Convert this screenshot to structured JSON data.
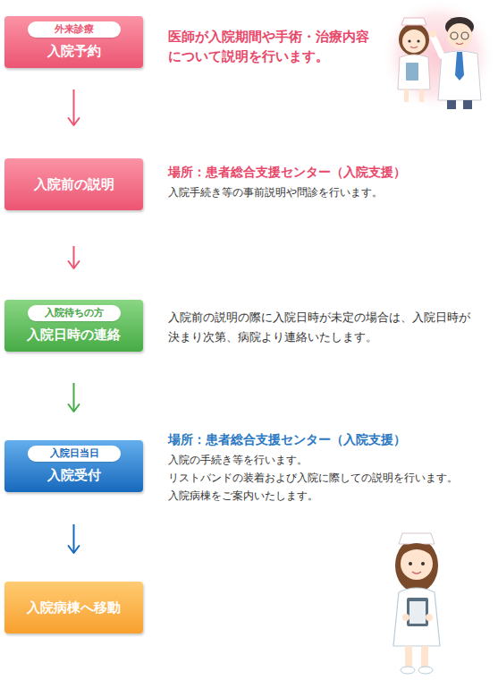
{
  "diagram": {
    "nodes": [
      {
        "text": [
          "入院予約"
        ]
      },
      {
        "text": [
          "外来診療"
        ],
        "in": 0
      },
      {
        "text": [
          "入院前の説明"
        ]
      },
      {
        "text": [
          "入院日時の連絡"
        ]
      },
      {
        "text": [
          "入院待ちの方"
        ],
        "in": 3
      },
      {
        "text": [
          "入院受付"
        ]
      },
      {
        "text": [
          "入院日当日"
        ],
        "in": 5
      },
      {
        "text": [
          "入院病棟へ移動"
        ]
      }
    ],
    "edges": [
      {
        "from": 0,
        "to": 2,
        "arrow": "to"
      },
      {
        "from": 2,
        "to": 3,
        "arrow": "to"
      },
      {
        "from": 3,
        "to": 5,
        "arrow": "to"
      },
      {
        "from": 5,
        "to": 7,
        "arrow": "to"
      }
    ],
    "labels": [
      "医師が入院期間や手術・治療内容について説明を行います。",
      "場所：患者総合支援センター（入院支援）",
      "入院手続き等の事前説明や問診を行います。",
      "入院前の説明の際に入院日時が未定の場合は、入院日時が決まり次第、病院より連絡いたします。",
      "場所：患者総合支援センター（入院支援）",
      "入院の手続き等を行います。",
      "リストバンドの装着および入院に際しての説明を行います。",
      "入院病棟をご案内いたします。"
    ]
  }
}
